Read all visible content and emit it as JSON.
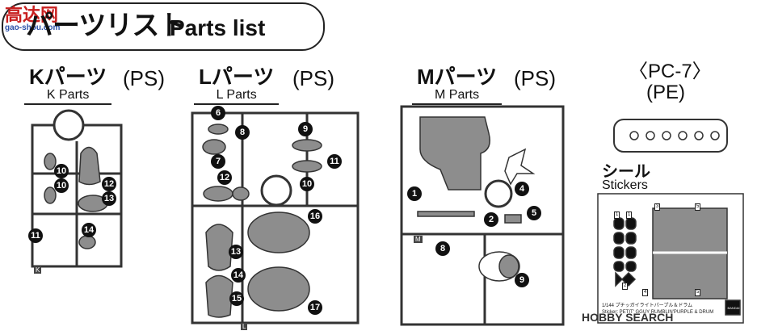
{
  "watermark": {
    "brand": "高达网",
    "domain": "gao-shou.com"
  },
  "title": {
    "jp": "パーツリスト",
    "en": "Parts list"
  },
  "sections": {
    "k": {
      "jp": "Kパーツ",
      "en": "K Parts",
      "material": "(PS)"
    },
    "l": {
      "jp": "Lパーツ",
      "en": "L Parts",
      "material": "(PS)"
    },
    "m": {
      "jp": "Mパーツ",
      "en": "M Parts",
      "material": "(PS)"
    },
    "pe": {
      "code": "〈PC-7〉",
      "material": "(PE)"
    }
  },
  "stickers": {
    "jp": "シール",
    "en": "Stickers",
    "line1": "1/144 プチッガイライトパープル＆ドラム",
    "line2": "Sticker: PETIT' GGUY RUMBLIN'PURPLE & DRUM",
    "badge": "BANDAI"
  },
  "k_parts": [
    "10",
    "10",
    "11",
    "12",
    "13",
    "14"
  ],
  "l_parts": [
    "6",
    "7",
    "8",
    "9",
    "10",
    "11",
    "12",
    "13",
    "14",
    "15",
    "16",
    "17"
  ],
  "m_parts": [
    "1",
    "2",
    "4",
    "5",
    "8",
    "9"
  ],
  "sprue_tags": {
    "k": "K",
    "l": "L",
    "m": "M"
  },
  "sticker_tags": [
    "1",
    "1",
    "2",
    "3",
    "4",
    "5",
    "5"
  ],
  "footer": "HOBBY SEARCH",
  "colors": {
    "ink": "#111111",
    "sprue_fill": "#8d8d8d",
    "badge_fill": "#111111"
  }
}
